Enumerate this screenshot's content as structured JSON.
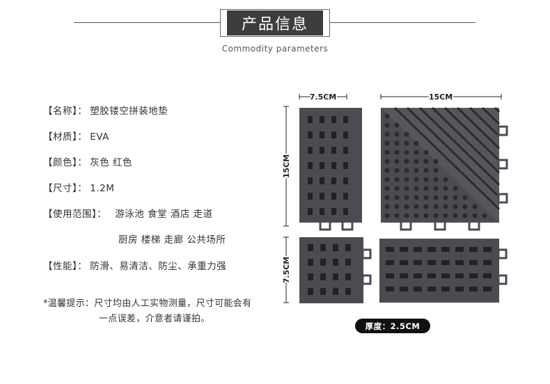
{
  "header": {
    "title": "产品信息",
    "subtitle": "Commodity parameters"
  },
  "specs": [
    {
      "label": "【名称】：",
      "value": "塑胶镂空拼装地垫"
    },
    {
      "label": "【材质】：",
      "value": "EVA"
    },
    {
      "label": "【颜色】：",
      "value": "灰色 红色"
    },
    {
      "label": "【尺寸】：",
      "value": "1.2M"
    },
    {
      "label": "【使用范围】：",
      "value": "游泳池 食堂 酒店 走道"
    },
    {
      "label": "",
      "value": "厨房 楼梯  走廊  公共场所"
    },
    {
      "label": "【性能】：",
      "value": "防滑、易清洁、防尘、承重力强"
    }
  ],
  "note": {
    "line1": "*温馨提示：尺寸均由人工实物测量，尺寸可能会有",
    "line2": "一点误差，介意者请谨拍。"
  },
  "figure": {
    "dim_small_width": "7.5CM",
    "dim_large_width": "15CM",
    "dim_large_height": "15CM",
    "dim_small_height": "7.5CM",
    "thickness": "厚度：2.5CM",
    "tile_color": "#4a4c52"
  }
}
